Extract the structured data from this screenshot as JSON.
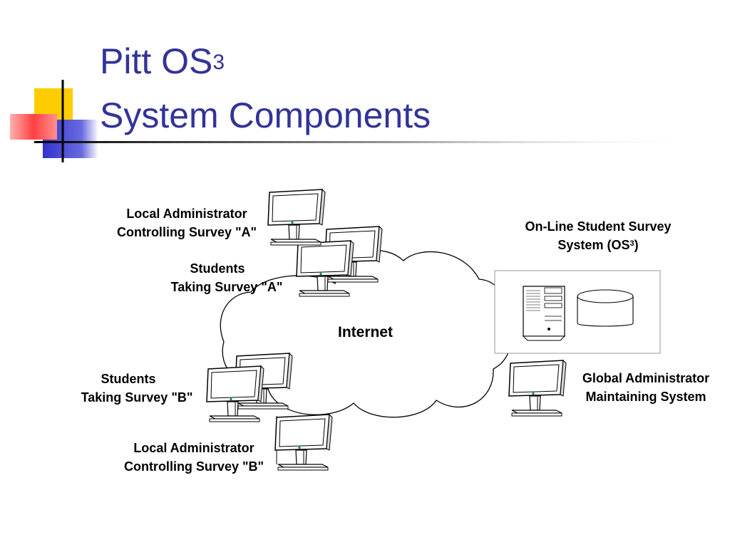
{
  "slide": {
    "title_main": "Pitt OS",
    "title_superscript": "3",
    "title_sub": "System Components"
  },
  "diagram": {
    "internet": "Internet",
    "admin_a": {
      "line1": "Local  Administrator",
      "line2": "Controlling Survey \"A\""
    },
    "students_a": {
      "line1": "Students",
      "line2": "Taking Survey \"A\""
    },
    "students_b": {
      "line1": "Students",
      "line2": "Taking Survey \"B\""
    },
    "admin_b": {
      "line1": "Local  Administrator",
      "line2": "Controlling Survey \"B\""
    },
    "os3_system": {
      "line1": "On-Line Student Survey",
      "line2_prefix": "System (OS",
      "line2_sup": "3",
      "line2_suffix": ")"
    },
    "global_admin": {
      "line1": "Global Administrator",
      "line2": "Maintaining System"
    }
  },
  "colors": {
    "title": "#333399",
    "deco_yellow": "#ffcc00",
    "deco_red": "#ff5a5a",
    "deco_blue": "#3333cc"
  }
}
